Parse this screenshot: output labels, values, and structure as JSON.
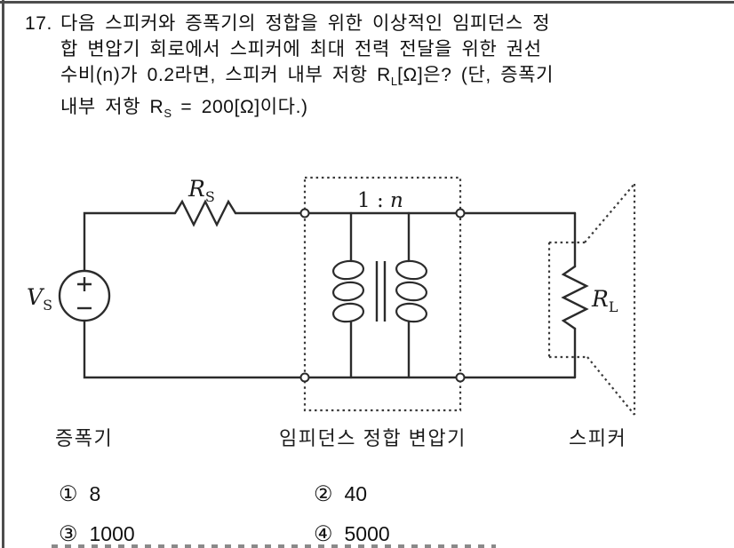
{
  "question": {
    "number": "17.",
    "line1": "다음 스피커와 증폭기의 정합을 위한 이상적인 임피던스 정",
    "line2": "합 변압기 회로에서 스피커에 최대 전력 전달을 위한 권선",
    "line3_pre": "수비(n)가 0.2라면, 스피커 내부 저항 R",
    "line3_sub": "L",
    "line3_post": "[Ω]은? (단, 증폭기",
    "line4_pre": "내부 저항 R",
    "line4_sub": "S",
    "line4_post": " = 200[Ω]이다.)"
  },
  "circuit": {
    "labels": {
      "vs_main": "V",
      "vs_sub": "S",
      "rs_main": "R",
      "rs_sub": "S",
      "ratio_pre": "1 : ",
      "ratio_n": "n",
      "rl_main": "R",
      "rl_sub": "L",
      "plus": "+",
      "minus": "−"
    },
    "section_labels": {
      "amplifier": "증폭기",
      "transformer": "임피던스 정합 변압기",
      "speaker": "스피커"
    },
    "colors": {
      "wire": "#2b2b2b",
      "dotted": "#3a3a3a"
    }
  },
  "choices": [
    {
      "num": "①",
      "text": "8"
    },
    {
      "num": "②",
      "text": "40"
    },
    {
      "num": "③",
      "text": "1000"
    },
    {
      "num": "④",
      "text": "5000"
    }
  ]
}
